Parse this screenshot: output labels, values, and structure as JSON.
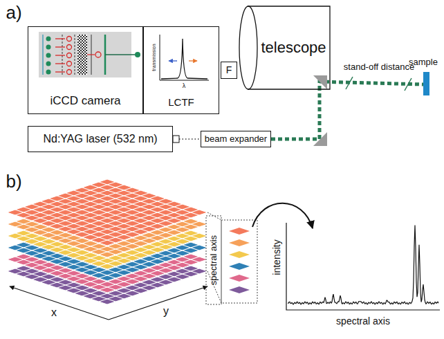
{
  "diagram": {
    "nodes": [
      {
        "text": [
          "iCCD camera"
        ]
      },
      {
        "text": [
          "LCTF"
        ]
      },
      {
        "text": [
          "F"
        ]
      },
      {
        "text": [
          "telescope"
        ]
      },
      {
        "text": [
          "Nd:YAG laser (532 nm)"
        ]
      },
      {
        "text": [
          "beam expander"
        ]
      }
    ],
    "edges": [
      {
        "from": 4,
        "to": 5,
        "arrow": "none"
      },
      {
        "from": 5,
        "to": 3,
        "arrow": "none"
      }
    ],
    "labels": [
      "a)",
      "transmission",
      "λ",
      "stand-off distance",
      "sample",
      "b)",
      "spectral axis",
      "intensity",
      "spectral axis",
      "x",
      "y"
    ]
  }
}
